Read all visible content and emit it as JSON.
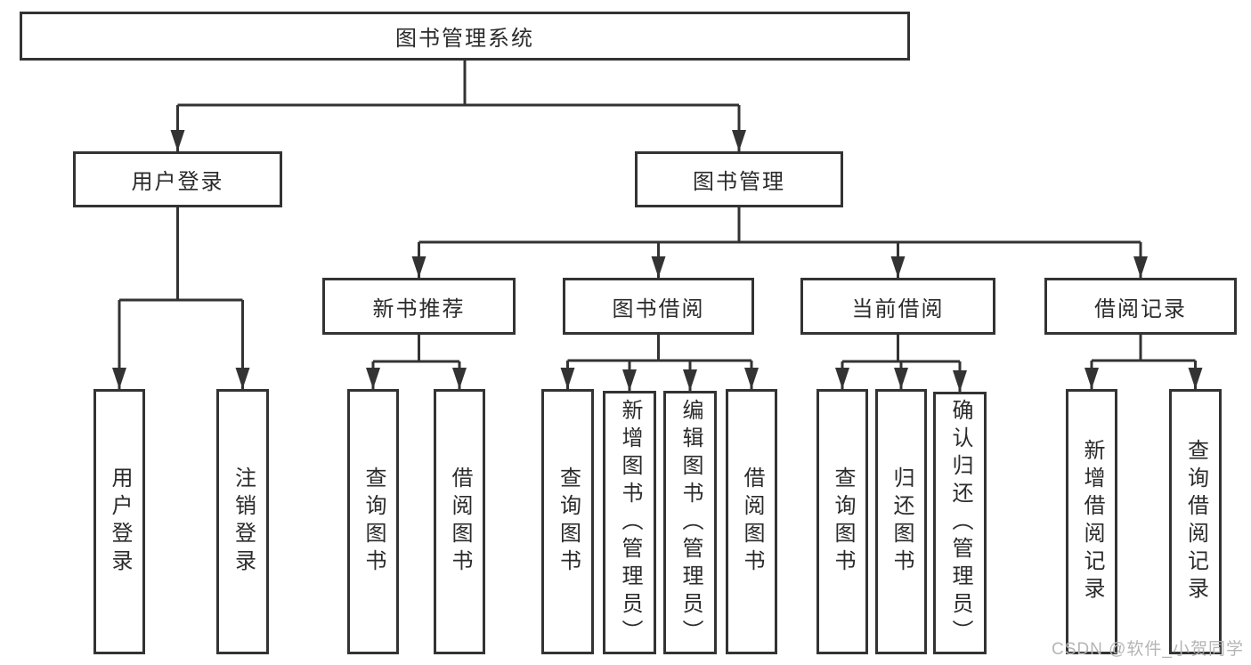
{
  "diagram": {
    "root": "图书管理系统",
    "branches": [
      {
        "label": "用户登录",
        "leaves": [
          "用户登录",
          "注销登录"
        ]
      },
      {
        "label": "图书管理",
        "groups": [
          {
            "label": "新书推荐",
            "leaves": [
              "查询图书",
              "借阅图书"
            ]
          },
          {
            "label": "图书借阅",
            "leaves": [
              "查询图书",
              "新增图书（管理员）",
              "编辑图书（管理员）",
              "借阅图书"
            ]
          },
          {
            "label": "当前借阅",
            "leaves": [
              "查询图书",
              "归还图书",
              "确认归还（管理员）"
            ]
          },
          {
            "label": "借阅记录",
            "leaves": [
              "新增借阅记录",
              "查询借阅记录"
            ]
          }
        ]
      }
    ],
    "watermark": "CSDN @软件_小贺同学",
    "colors": {
      "line": "#333333",
      "text": "#2b2b2b",
      "watermark": "#b5b5b5",
      "background": "#ffffff"
    }
  }
}
